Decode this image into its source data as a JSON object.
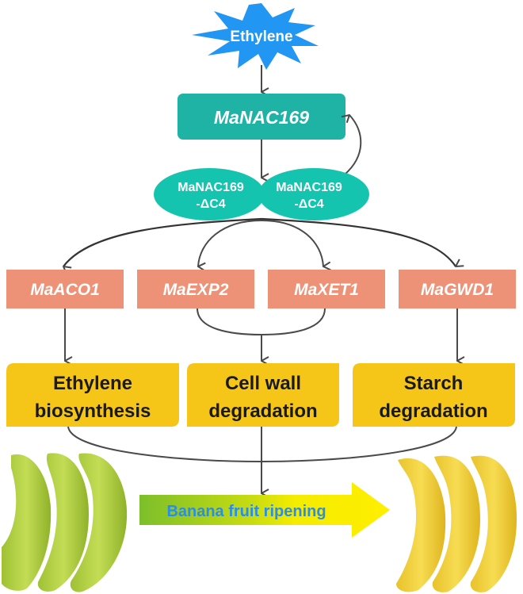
{
  "colors": {
    "ethylene_burst": "#2196f3",
    "regulator_box": "#1fb3a6",
    "protein_ellipse": "#14c4ae",
    "target_gene_box": "#ed9276",
    "process_box": "#f5c518",
    "arrow_line": "#4a4a4a",
    "ripening_arrow_start": "#7cbf2a",
    "ripening_arrow_end": "#ffee00",
    "ripening_text": "#2a8ee6",
    "unripe_banana": "#b7d441",
    "ripe_banana": "#f2d23c"
  },
  "nodes": {
    "signal": {
      "label": "Ethylene"
    },
    "regulator": {
      "label": "MaNAC169"
    },
    "dimer": [
      {
        "line1": "MaNAC169",
        "line2": "-ΔC4"
      },
      {
        "line1": "MaNAC169",
        "line2": "-ΔC4"
      }
    ],
    "targets": [
      {
        "label": "MaACO1"
      },
      {
        "label": "MaEXP2"
      },
      {
        "label": "MaXET1"
      },
      {
        "label": "MaGWD1"
      }
    ],
    "processes": [
      {
        "line1": "Ethylene",
        "line2": "biosynthesis"
      },
      {
        "line1": "Cell wall",
        "line2": "degradation"
      },
      {
        "line1": "Starch",
        "line2": "degradation"
      }
    ],
    "outcome": {
      "label": "Banana fruit ripening"
    },
    "images": [
      {
        "name": "unripe-bananas",
        "description": "three green bananas"
      },
      {
        "name": "ripe-bananas",
        "description": "three yellow bananas"
      }
    ]
  },
  "edges": [
    {
      "from": "Ethylene",
      "to": "MaNAC169"
    },
    {
      "from": "MaNAC169",
      "to": "MaNAC169-ΔC4 dimer"
    },
    {
      "from": "MaNAC169-ΔC4 dimer",
      "to": "MaNAC169",
      "type": "feedback"
    },
    {
      "from": "MaNAC169-ΔC4 dimer",
      "to": "MaACO1"
    },
    {
      "from": "MaNAC169-ΔC4 dimer",
      "to": "MaEXP2"
    },
    {
      "from": "MaNAC169-ΔC4 dimer",
      "to": "MaXET1"
    },
    {
      "from": "MaNAC169-ΔC4 dimer",
      "to": "MaGWD1"
    },
    {
      "from": "MaACO1",
      "to": "Ethylene biosynthesis"
    },
    {
      "from": [
        "MaEXP2",
        "MaXET1"
      ],
      "to": "Cell wall degradation"
    },
    {
      "from": "MaGWD1",
      "to": "Starch degradation"
    },
    {
      "from": [
        "Ethylene biosynthesis",
        "Cell wall degradation",
        "Starch degradation"
      ],
      "to": "Banana fruit ripening"
    }
  ]
}
